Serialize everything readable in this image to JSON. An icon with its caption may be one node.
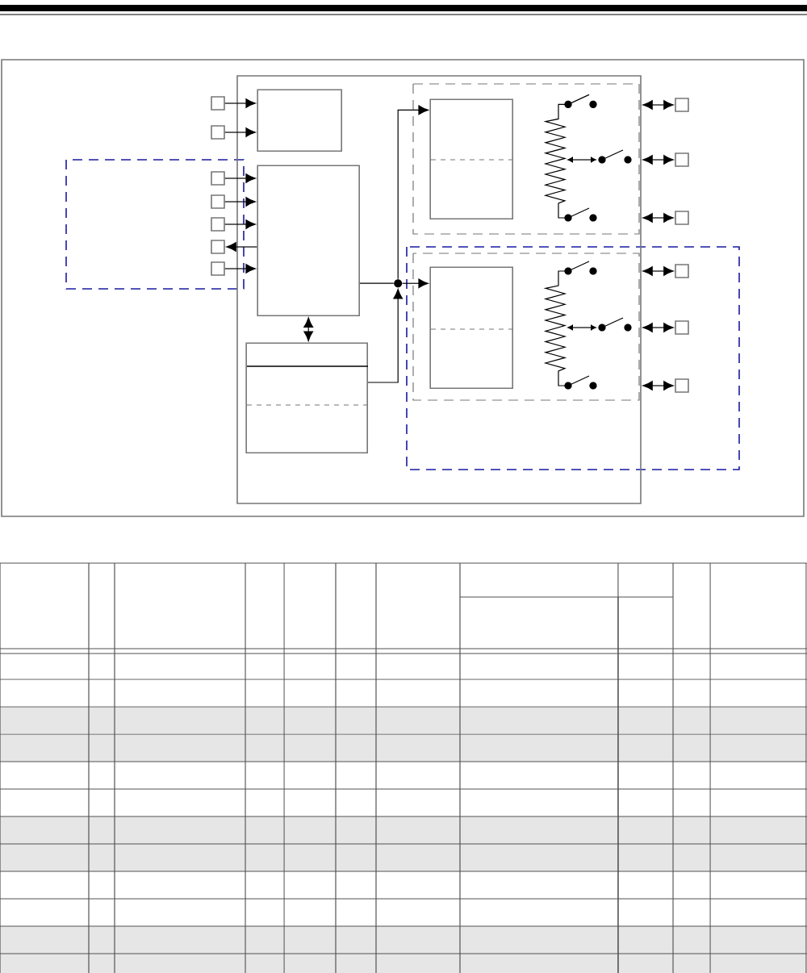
{
  "diagram": {
    "nodes": [
      {
        "text": [],
        "shape": "box"
      },
      {
        "text": [],
        "shape": "box"
      },
      {
        "text": [],
        "shape": "box"
      },
      {
        "text": [],
        "shape": "box",
        "in": 0
      },
      {
        "text": [],
        "shape": "box"
      },
      {
        "text": [],
        "shape": "box"
      },
      {
        "text": [],
        "shape": "box"
      },
      {
        "text": [],
        "shape": "box"
      },
      {
        "text": [],
        "shape": "box"
      },
      {
        "text": [],
        "shape": "box",
        "in": 0
      },
      {
        "text": [],
        "shape": "box",
        "in": 0
      },
      {
        "text": [],
        "shape": "circle",
        "in": 0
      },
      {
        "text": [],
        "shape": "box",
        "in": 0
      },
      {
        "text": [],
        "shape": "box",
        "in": 0
      },
      {
        "text": [],
        "shape": "box"
      },
      {
        "text": [],
        "shape": "box"
      },
      {
        "text": [],
        "shape": "box"
      },
      {
        "text": [],
        "shape": "box"
      },
      {
        "text": [],
        "shape": "box"
      },
      {
        "text": [],
        "shape": "box"
      }
    ],
    "edges": [
      {
        "from": 1,
        "to": 3,
        "arrow": "to"
      },
      {
        "from": 2,
        "to": 3,
        "arrow": "to"
      },
      {
        "from": 4,
        "to": 9,
        "arrow": "to"
      },
      {
        "from": 5,
        "to": 9,
        "arrow": "to"
      },
      {
        "from": 6,
        "to": 9,
        "arrow": "to"
      },
      {
        "from": 9,
        "to": 7,
        "arrow": "to"
      },
      {
        "from": 8,
        "to": 9,
        "arrow": "to"
      },
      {
        "from": 9,
        "to": 10,
        "arrow": "both"
      },
      {
        "from": 9,
        "to": 11,
        "arrow": "none"
      },
      {
        "from": 11,
        "to": 12,
        "arrow": "to"
      },
      {
        "from": 11,
        "to": 13,
        "arrow": "to"
      },
      {
        "from": 10,
        "to": 11,
        "arrow": "to"
      },
      {
        "from": 0,
        "to": 14,
        "arrow": "both"
      },
      {
        "from": 0,
        "to": 15,
        "arrow": "both"
      },
      {
        "from": 0,
        "to": 16,
        "arrow": "both"
      },
      {
        "from": 0,
        "to": 17,
        "arrow": "both"
      },
      {
        "from": 0,
        "to": 18,
        "arrow": "both"
      },
      {
        "from": 0,
        "to": 19,
        "arrow": "both"
      }
    ]
  }
}
